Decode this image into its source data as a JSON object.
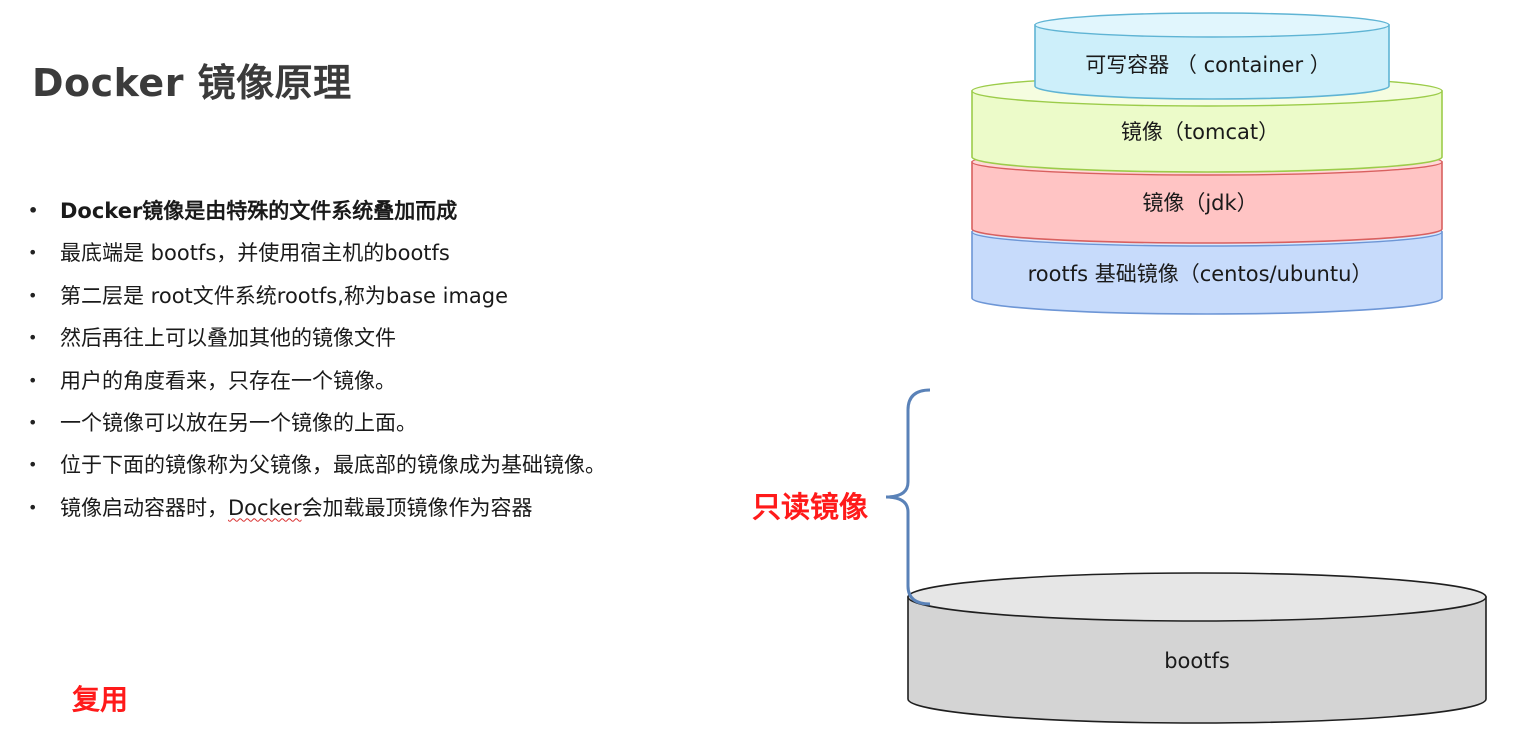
{
  "slide": {
    "title": "Docker 镜像原理",
    "bullet_symbol": "•",
    "bullets": [
      {
        "text": "Docker镜像是由特殊的文件系统叠加而成",
        "bold": true
      },
      {
        "text": "最底端是 bootfs，并使用宿主机的bootfs"
      },
      {
        "text": "第二层是 root文件系统rootfs,称为base image"
      },
      {
        "text": "然后再往上可以叠加其他的镜像文件"
      },
      {
        "text": "用户的角度看来，只存在一个镜像。"
      },
      {
        "text": "一个镜像可以放在另一个镜像的上面。"
      },
      {
        "text": "位于下面的镜像称为父镜像，最底部的镜像成为基础镜像。"
      },
      {
        "text_before": "镜像启动容器时，",
        "text_underlined": "Docker",
        "text_after": "会加载最顶镜像作为容器"
      }
    ],
    "reuse_label": "复用",
    "readonly_label": "只读镜像"
  },
  "diagram": {
    "layers": [
      {
        "label": "可写容器 （ container ）",
        "color": "#d2f1fb",
        "border": "#5fb4d4"
      },
      {
        "label": "镜像（tomcat）",
        "color": "#eefbcf",
        "border": "#9ccc4a"
      },
      {
        "label": "镜像（jdk）",
        "color": "#ffc9c9",
        "border": "#d9605f"
      },
      {
        "label": "rootfs 基础镜像（centos/ubuntu）",
        "color": "#cfe0fb",
        "border": "#6d96d6"
      },
      {
        "label": "bootfs",
        "color": "#d9d9d9",
        "border": "#1f1f1f"
      }
    ],
    "brace_color": "#5a82b8"
  }
}
